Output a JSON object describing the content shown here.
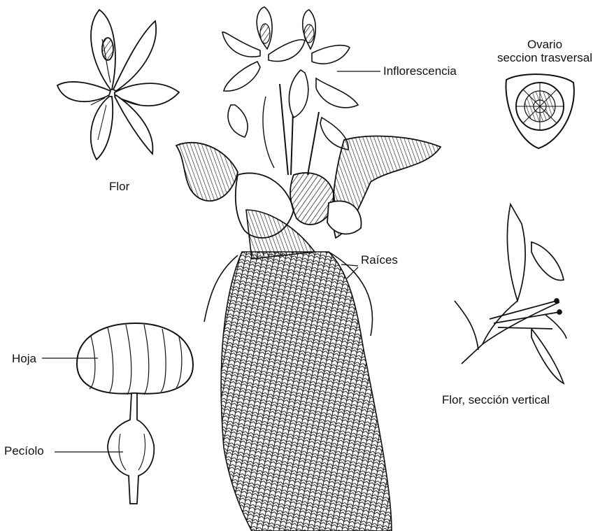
{
  "labels": {
    "flor": "Flor",
    "inflorescencia": "Inflorescencia",
    "ovario_line1": "Ovario",
    "ovario_line2": "seccion trasversal",
    "raices": "Raíces",
    "hoja": "Hoja",
    "peciolo": "Pecíolo",
    "flor_seccion": "Flor, sección vertical"
  },
  "colors": {
    "ink": "#111111",
    "paper": "#ffffff"
  }
}
